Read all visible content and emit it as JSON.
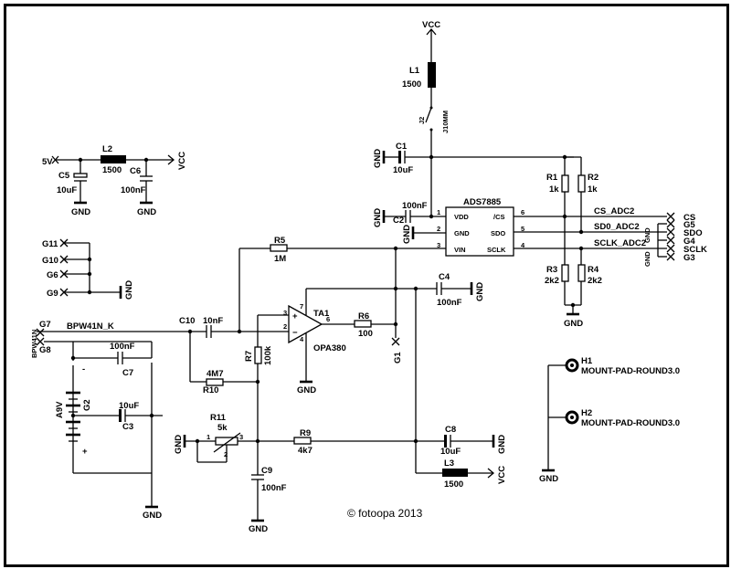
{
  "vcc_top": "VCC",
  "L1": {
    "name": "L1",
    "value": "1500"
  },
  "J2": {
    "name": "J2",
    "value": "J10MM"
  },
  "C1": {
    "name": "C1",
    "value": "10uF"
  },
  "gnd": "GND",
  "input_5v": "5V",
  "L2": {
    "name": "L2",
    "value": "1500"
  },
  "vcc_left": "VCC",
  "C5": {
    "name": "C5",
    "value": "10uF"
  },
  "C6": {
    "name": "C6",
    "value": "100nF"
  },
  "R1": {
    "name": "R1",
    "value": "1k"
  },
  "R2": {
    "name": "R2",
    "value": "1k"
  },
  "C2": {
    "name": "C2",
    "value": "100nF"
  },
  "adc": {
    "name": "ADS7885",
    "pins": {
      "vdd": "VDD",
      "gnd": "GND",
      "vin": "VIN",
      "cs": "/CS",
      "sdo": "SDO",
      "sclk": "SCLK"
    },
    "pin_numbers": {
      "vdd": "1",
      "gnd": "2",
      "vin": "3",
      "sclk": "4",
      "sdo": "5",
      "cs": "6"
    }
  },
  "nets": {
    "cs": "CS_ADC2",
    "sdo": "SD0_ADC2",
    "sclk": "SCLK_ADC2",
    "gnd": "GND",
    "gnd2": "GND"
  },
  "connector": [
    "CS",
    "G5",
    "SDO",
    "G4",
    "SCLK",
    "G3"
  ],
  "R3": {
    "name": "R3",
    "value": "2k2"
  },
  "R4": {
    "name": "R4",
    "value": "2k2"
  },
  "grounds": [
    "G11",
    "G10",
    "G6",
    "G9"
  ],
  "R5": {
    "name": "R5",
    "value": "1M"
  },
  "C4": {
    "name": "C4",
    "value": "100nF"
  },
  "sensor": {
    "net": "BPW41N_K",
    "part": "BPW41N",
    "g7": "G7",
    "g8": "G8"
  },
  "C10": {
    "name": "C10",
    "value": "10nF"
  },
  "opamp": {
    "name": "TA1",
    "part": "OPA380",
    "pins": {
      "nin": "2",
      "pin": "3",
      "out": "6",
      "v": "7",
      "g": "4"
    }
  },
  "R6": {
    "name": "R6",
    "value": "100"
  },
  "R7": {
    "name": "R7",
    "value": "100k"
  },
  "G1": "G1",
  "C7": {
    "name": "C7",
    "value": "100nF"
  },
  "battery": {
    "name": "A9V",
    "g2": "G2",
    "plus": "+",
    "minus": "-"
  },
  "R10": {
    "name": "R10",
    "value": "4M7"
  },
  "C3": {
    "name": "C3",
    "value": "10uF"
  },
  "R11": {
    "name": "R11",
    "value": "5k",
    "pins": [
      "1",
      "2",
      "3"
    ]
  },
  "R9": {
    "name": "R9",
    "value": "4k7"
  },
  "C8": {
    "name": "C8",
    "value": "10uF"
  },
  "L3": {
    "name": "L3",
    "value": "1500"
  },
  "vcc_bottom": "VCC",
  "C9": {
    "name": "C9",
    "value": "100nF"
  },
  "H1": {
    "name": "H1",
    "value": "MOUNT-PAD-ROUND3.0"
  },
  "H2": {
    "name": "H2",
    "value": "MOUNT-PAD-ROUND3.0"
  },
  "copyright": "© fotoopa 2013"
}
